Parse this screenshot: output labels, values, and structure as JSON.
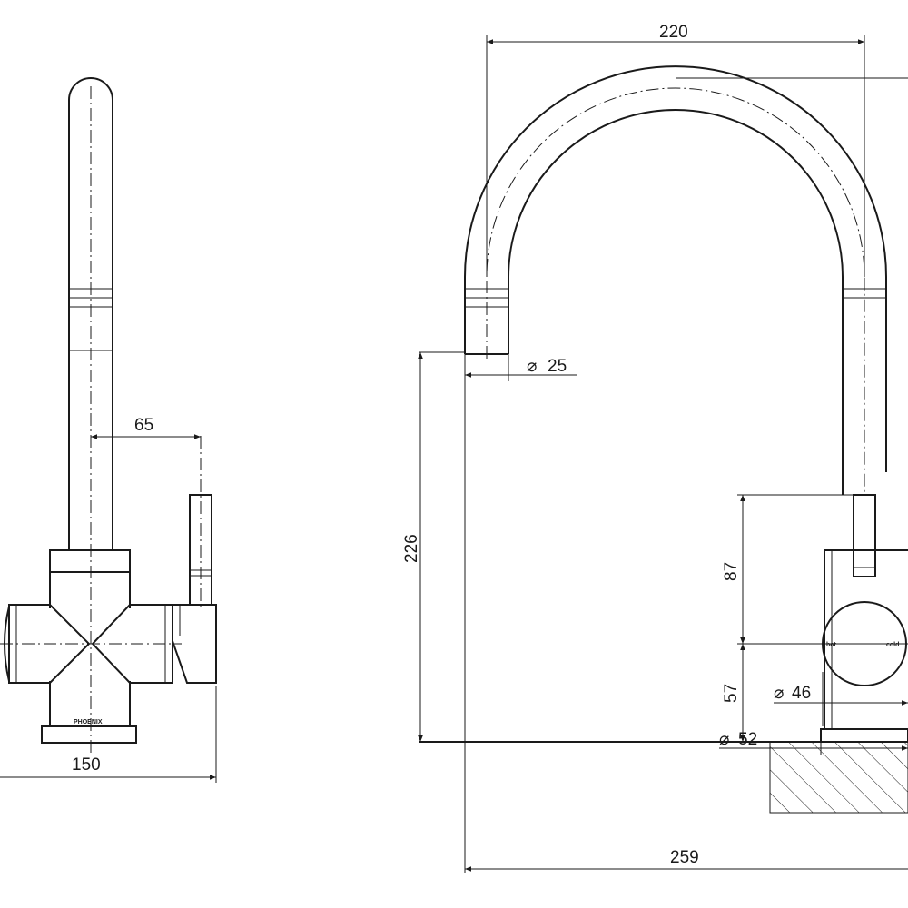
{
  "dimensions": {
    "top_width": "220",
    "spout_diameter": "25",
    "lever_offset": "65",
    "side_width": "150",
    "height": "226",
    "lever_height": "87",
    "body_height": "57",
    "body_diameter": "46",
    "base_diameter": "52",
    "reach": "259"
  },
  "labels": {
    "brand": "PHOENIX",
    "hot": "hot",
    "cold": "cold"
  },
  "symbols": {
    "diameter": "⌀"
  }
}
